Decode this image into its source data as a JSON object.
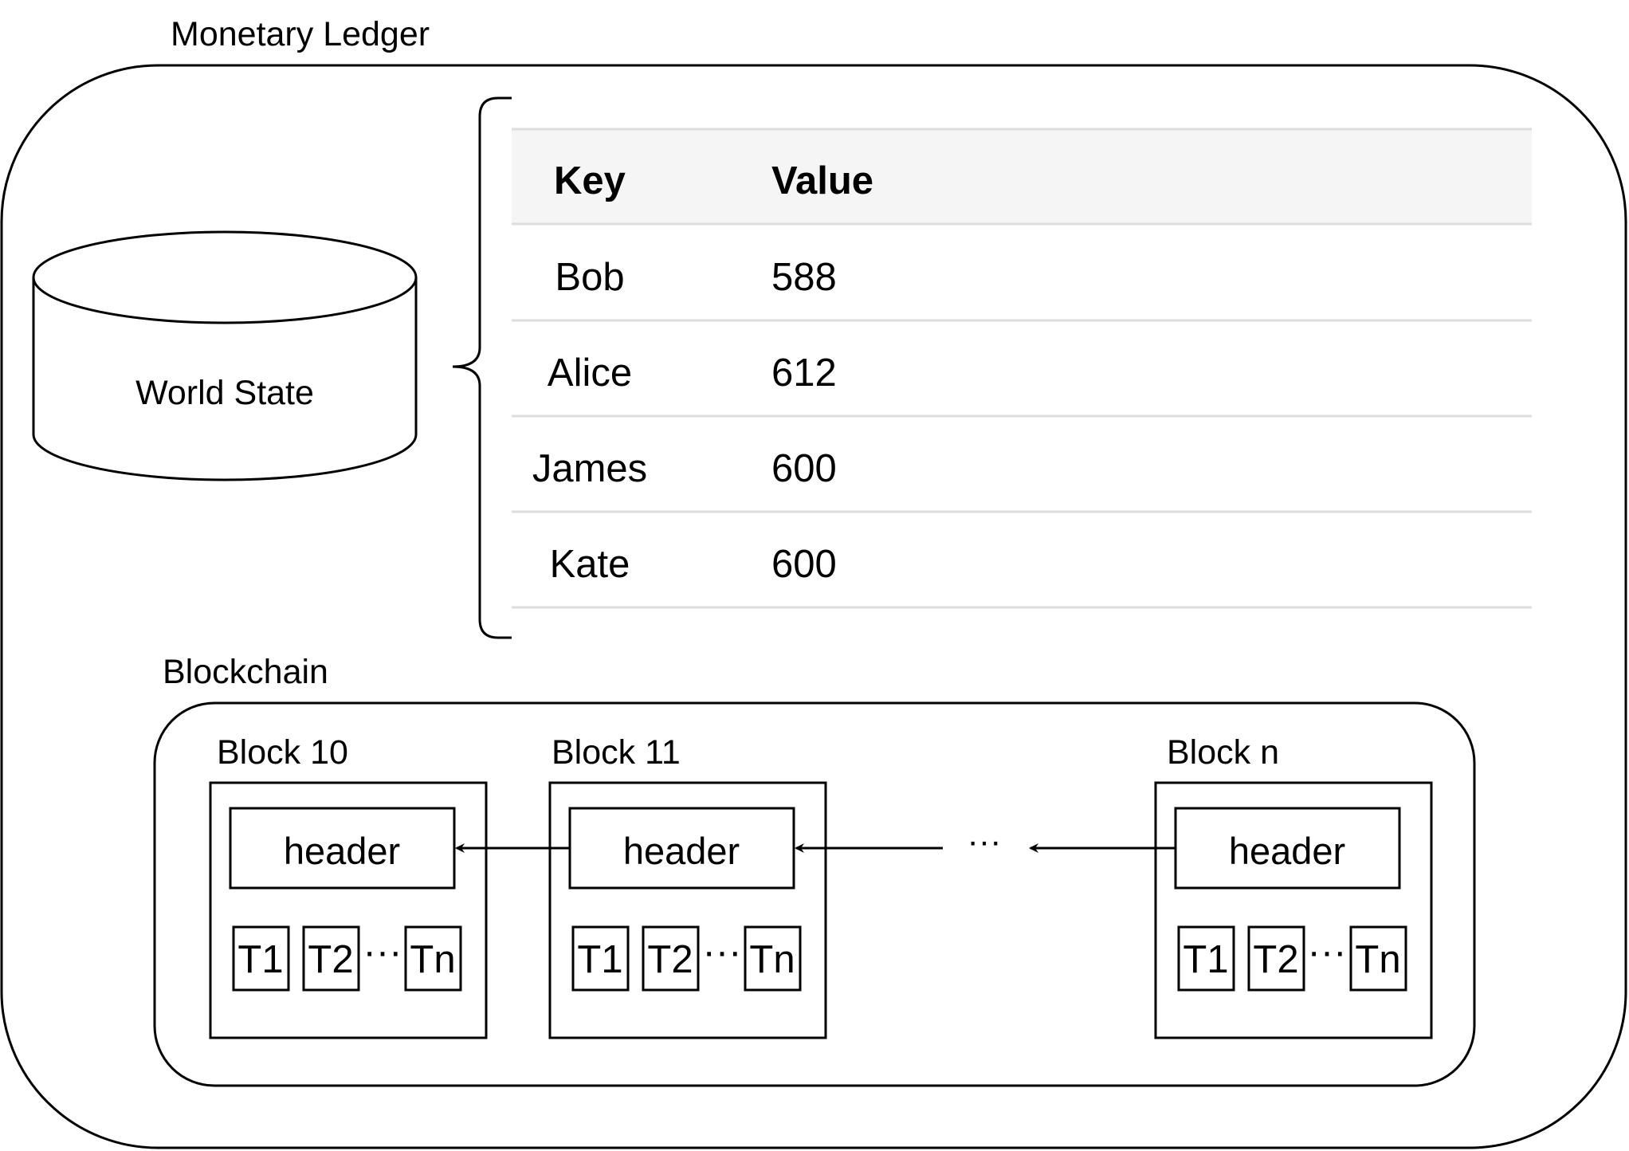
{
  "ledger": {
    "title": "Monetary Ledger",
    "world_state_label": "World State",
    "table": {
      "headers": [
        "Key",
        "Value"
      ],
      "rows": [
        {
          "key": "Bob",
          "value": "588"
        },
        {
          "key": "Alice",
          "value": "612"
        },
        {
          "key": "James",
          "value": "600"
        },
        {
          "key": "Kate",
          "value": "600"
        }
      ]
    },
    "blockchain": {
      "title": "Blockchain",
      "blocks": [
        {
          "name": "Block 10",
          "header": "header",
          "tx": [
            "T1",
            "T2",
            "Tn"
          ],
          "ellipsis": "···"
        },
        {
          "name": "Block 11",
          "header": "header",
          "tx": [
            "T1",
            "T2",
            "Tn"
          ],
          "ellipsis": "···"
        },
        {
          "name": "Block n",
          "header": "header",
          "tx": [
            "T1",
            "T2",
            "Tn"
          ],
          "ellipsis": "···"
        }
      ],
      "gap_ellipsis": "···"
    }
  }
}
